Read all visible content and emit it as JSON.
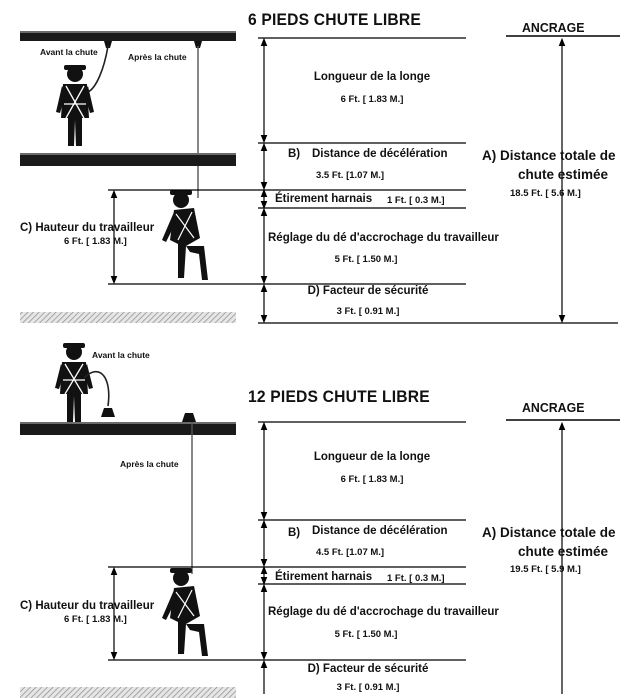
{
  "top": {
    "title": "6 PIEDS CHUTE LIBRE",
    "anchor": "ANCRAGE",
    "before_fall": "Avant la chute",
    "after_fall": "Après la chute",
    "lanyard_label": "Longueur de la longe",
    "lanyard_value": "6 Ft. [ 1.83 M.]",
    "decel_prefix": "B)",
    "decel_label": "Distance de décélération",
    "decel_value": "3.5 Ft. [1.07 M.]",
    "harness_label": "Étirement harnais",
    "harness_value": "1 Ft. [ 0.3 M.]",
    "dring_label": "Réglage du dé d'accrochage du travailleur",
    "dring_value": "5 Ft. [ 1.50 M.]",
    "safety_label": "D) Facteur de sécurité",
    "safety_value": "3 Ft. [ 0.91 M.]",
    "worker_label": "C) Hauteur du travailleur",
    "worker_value": "6 Ft. [ 1.83 M.]",
    "total_line1": "A) Distance totale de",
    "total_line2": "chute estimée",
    "total_value": "18.5 Ft. [ 5.6 M.]"
  },
  "bottom": {
    "title": "12 PIEDS CHUTE LIBRE",
    "anchor": "ANCRAGE",
    "before_fall": "Avant la chute",
    "after_fall": "Après la chute",
    "lanyard_label": "Longueur de la longe",
    "lanyard_value": "6 Ft. [ 1.83 M.]",
    "decel_prefix": "B)",
    "decel_label": "Distance de décélération",
    "decel_value": "4.5 Ft. [1.07 M.]",
    "harness_label": "Étirement harnais",
    "harness_value": "1 Ft. [ 0.3 M.]",
    "dring_label": "Réglage du dé d'accrochage du travailleur",
    "dring_value": "5 Ft. [ 1.50 M.]",
    "safety_label": "D) Facteur de sécurité",
    "safety_value": "3 Ft. [ 0.91 M.]",
    "worker_label": "C) Hauteur du travailleur",
    "worker_value": "6 Ft. [ 1.83 M.]",
    "total_line1": "A) Distance totale de",
    "total_line2": "chute estimée",
    "total_value": "19.5 Ft. [ 5.9 M.]"
  }
}
